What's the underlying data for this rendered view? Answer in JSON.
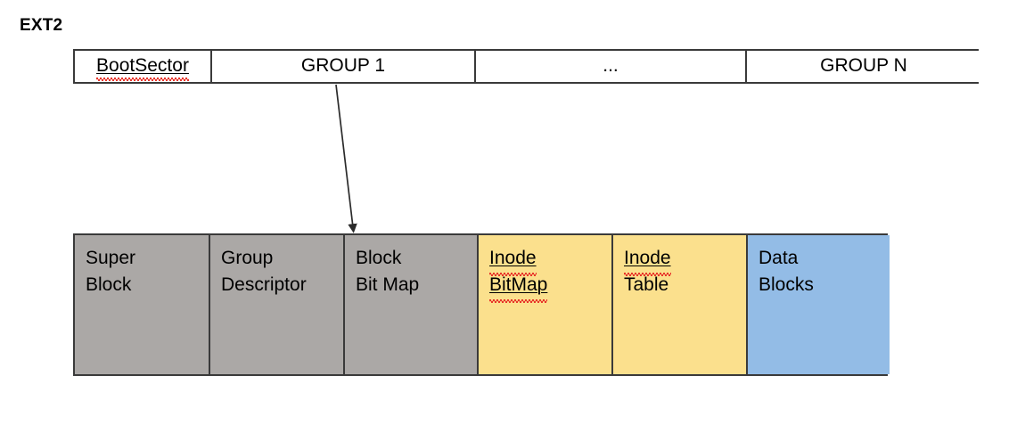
{
  "diagram": {
    "title": "EXT2",
    "colors": {
      "gray": "#ABA8A6",
      "yellow": "#FBE08D",
      "blue": "#93BCE6",
      "border": "#3a3a3a",
      "spellcheck_red": "#e8342a",
      "background": "#ffffff",
      "text": "#000000"
    },
    "filesystem_strip": {
      "name": "ext2-volume-layout",
      "cells": [
        {
          "label": "BootSector",
          "fill": "white",
          "underlined": true,
          "spellcheck": true
        },
        {
          "label": "GROUP 1",
          "fill": "white",
          "underlined": false,
          "spellcheck": false
        },
        {
          "label": "...",
          "fill": "white",
          "underlined": false,
          "spellcheck": false
        },
        {
          "label": "GROUP N",
          "fill": "white",
          "underlined": false,
          "spellcheck": false
        }
      ]
    },
    "block_group_strip": {
      "name": "ext2-block-group-layout",
      "cells": [
        {
          "line1": "Super",
          "line2": "Block",
          "fill": "gray",
          "underline_line1": false,
          "underline_line2": false,
          "spell_line1": false,
          "spell_line2": false
        },
        {
          "line1": "Group",
          "line2": "Descriptor",
          "fill": "gray",
          "underline_line1": false,
          "underline_line2": false,
          "spell_line1": false,
          "spell_line2": false
        },
        {
          "line1": "Block",
          "line2": "Bit Map",
          "fill": "gray",
          "underline_line1": false,
          "underline_line2": false,
          "spell_line1": false,
          "spell_line2": false
        },
        {
          "line1": "Inode",
          "line2": "BitMap",
          "fill": "yellow",
          "underline_line1": true,
          "underline_line2": true,
          "spell_line1": true,
          "spell_line2": true
        },
        {
          "line1": "Inode",
          "line2": "Table",
          "fill": "yellow",
          "underline_line1": true,
          "underline_line2": false,
          "spell_line1": true,
          "spell_line2": false
        },
        {
          "line1": "Data",
          "line2": "Blocks",
          "fill": "blue",
          "underline_line1": false,
          "underline_line2": false,
          "spell_line1": false,
          "spell_line2": false
        }
      ]
    },
    "connector": {
      "name": "group1-expansion-arrow",
      "from_label": "GROUP 1",
      "to_label": "Block Bit Map",
      "style": "solid-line-with-filled-arrowhead"
    }
  }
}
